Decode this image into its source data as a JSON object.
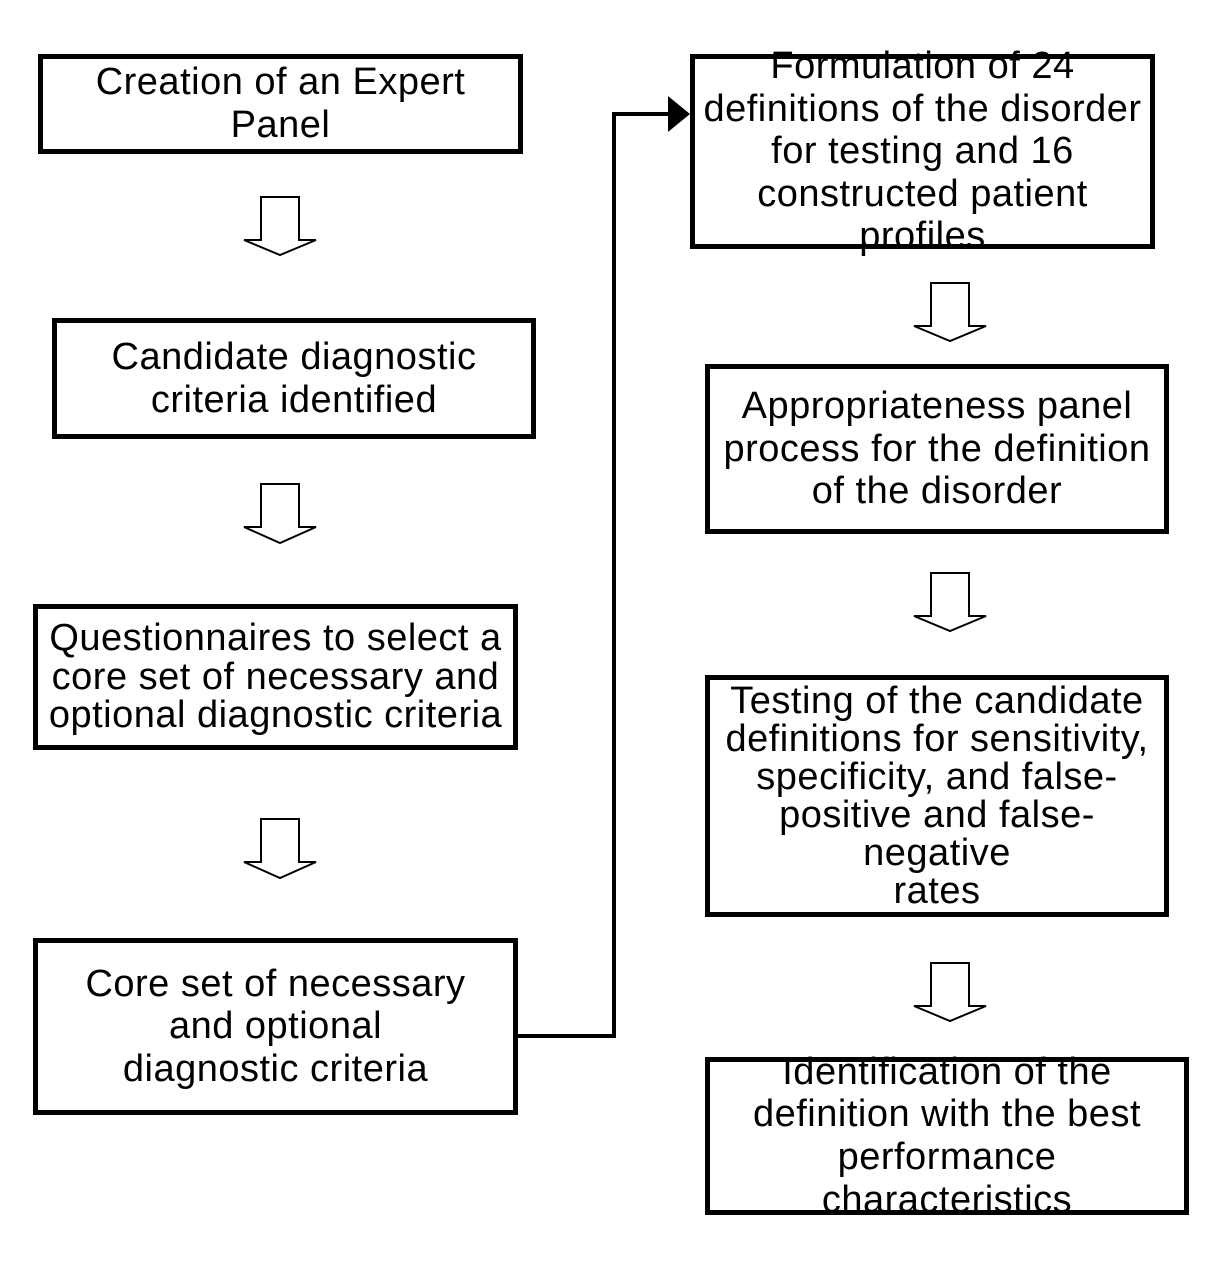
{
  "left_column": [
    {
      "id": "expert-panel",
      "text": "Creation of an Expert Panel"
    },
    {
      "id": "candidate-criteria",
      "text": "Candidate diagnostic\ncriteria identified"
    },
    {
      "id": "questionnaires",
      "text": "Questionnaires to select a\ncore set of necessary and\noptional diagnostic criteria"
    },
    {
      "id": "core-set",
      "text": "Core set of necessary\nand optional\ndiagnostic criteria"
    }
  ],
  "right_column": [
    {
      "id": "formulation",
      "text": "Formulation of 24\ndefinitions of the disorder\nfor testing and 16\nconstructed patient profiles"
    },
    {
      "id": "appropriateness",
      "text": "Appropriateness panel\nprocess for the definition\nof the disorder"
    },
    {
      "id": "testing",
      "text": "Testing of the candidate\ndefinitions for sensitivity,\nspecificity, and false-\npositive and false-negative\nrates"
    },
    {
      "id": "identification",
      "text": "Identification of the\ndefinition with the best\nperformance characteristics"
    }
  ],
  "connectors": {
    "arrow_style": "hollow-down-arrow",
    "link_style": "elbow-arrow"
  }
}
